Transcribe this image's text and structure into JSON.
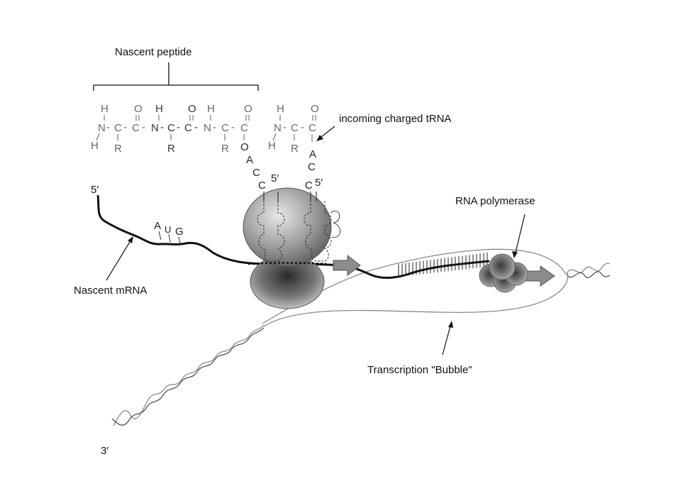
{
  "labels": {
    "nascent_peptide": "Nascent peptide",
    "incoming_trna": "incoming charged tRNA",
    "rna_polymerase": "RNA polymerase",
    "nascent_mrna": "Nascent mRNA",
    "transcription_bubble": "Transcription \"Bubble\"",
    "five_prime_mrna": "5′",
    "three_prime_dna": "3′",
    "trna1_five_prime": "5′",
    "trna2_five_prime": "5′"
  },
  "codon": {
    "a": "A",
    "u": "U",
    "g": "G"
  },
  "peptide": {
    "h": "H",
    "n": "N",
    "c": "C",
    "o": "O",
    "r": "R",
    "dash": "-"
  },
  "trna1_acceptor": [
    "O",
    "A",
    "C",
    "C"
  ],
  "trna2_acceptor": [
    "A",
    "C",
    "C"
  ]
}
